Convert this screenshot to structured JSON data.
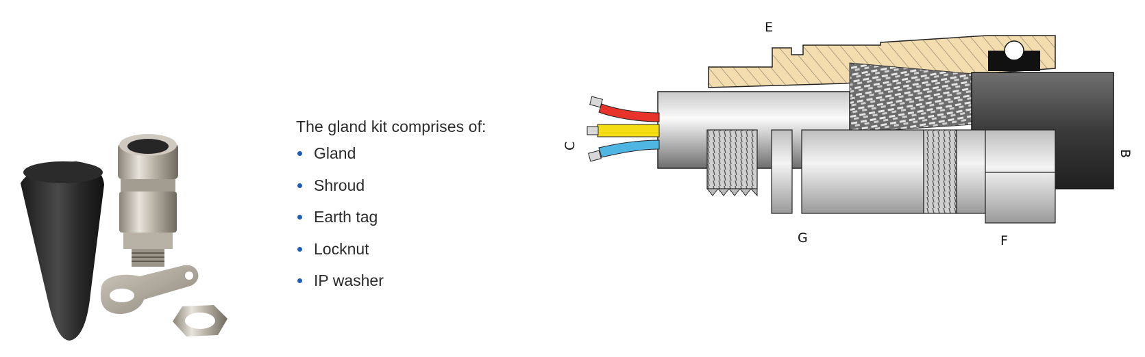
{
  "kit_list": {
    "intro": "The gland kit comprises of:",
    "items": [
      "Gland",
      "Shroud",
      "Earth tag",
      "Locknut",
      "IP washer"
    ],
    "bullet_color": "#1e5fb4"
  },
  "diagram_labels": {
    "E": "E",
    "C": "C",
    "B": "B",
    "G": "G",
    "F": "F"
  },
  "colors": {
    "wire_red": "#e8332a",
    "wire_yellow": "#f3dc12",
    "wire_blue": "#4fb6e3",
    "brass_seal": "#f3dcae",
    "outer_sheath": "#3a3a3a"
  },
  "photo": {
    "items": [
      "shroud",
      "gland",
      "earth-tag",
      "locknut"
    ]
  }
}
